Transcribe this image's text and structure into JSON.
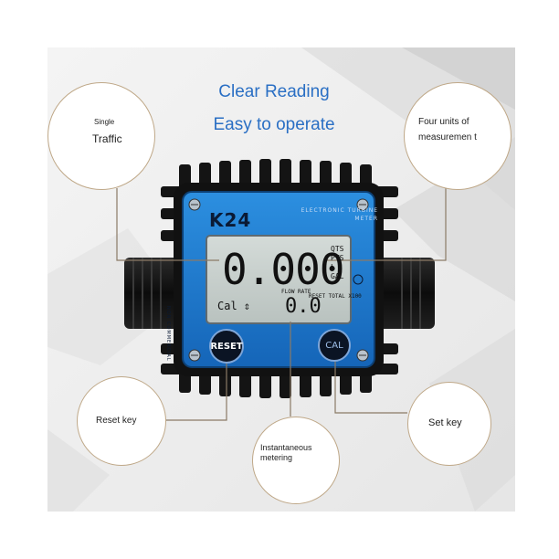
{
  "headlines": {
    "line1": "Clear Reading",
    "line2": "Easy to operate"
  },
  "callouts": {
    "traffic_small": "Single",
    "traffic_big": "Traffic",
    "units": "Four units of measuremen t",
    "reset_key": "Reset key",
    "instantaneous": "Instantaneous metering",
    "set_key": "Set key"
  },
  "meter": {
    "brand": "K24",
    "type_label": "ELECTRONIC TURBINE METER",
    "side_label": "NON COMMERCIAL",
    "main_reading": "0.000",
    "units": [
      "QTS",
      "PTS",
      "L",
      "GAL"
    ],
    "cal_label": "Cal",
    "flow_rate_label": "FLOW RATE",
    "flow_reading": "0.0",
    "reset_total_label": "RESET TOTAL X100",
    "reset_button": "RESET",
    "cal_button": "CAL"
  },
  "colors": {
    "headline": "#2a6fc4",
    "meter_body": "#1f82d6",
    "lcd": "#c9d1cf",
    "callout_border": "#bfa888"
  }
}
